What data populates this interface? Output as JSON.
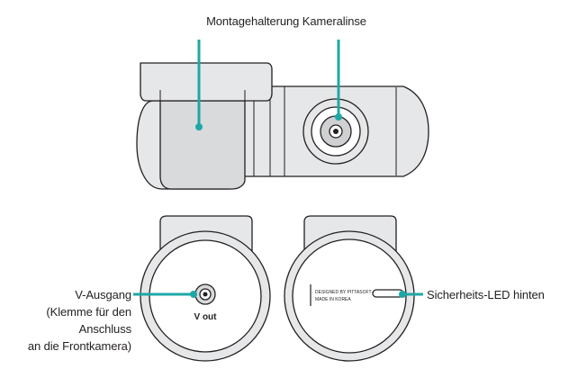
{
  "callouts": {
    "mount_lens": "Montagehalterung Kameralinse",
    "vout_lines": [
      "V-Ausgang",
      "(Klemme für den",
      "Anschluss",
      "an die Frontkamera)"
    ],
    "rear_led": "Sicherheits-LED hinten"
  },
  "device_markings": {
    "port": "V out",
    "label_line1": "DESIGNED BY PITTASOFT",
    "label_line2": "MADE IN KOREA"
  },
  "colors": {
    "outline": "#231f20",
    "callout": "#1fa7a7",
    "shade": "#e6e7e8",
    "shade_dark": "#cfd0d2",
    "background": "#ffffff"
  }
}
